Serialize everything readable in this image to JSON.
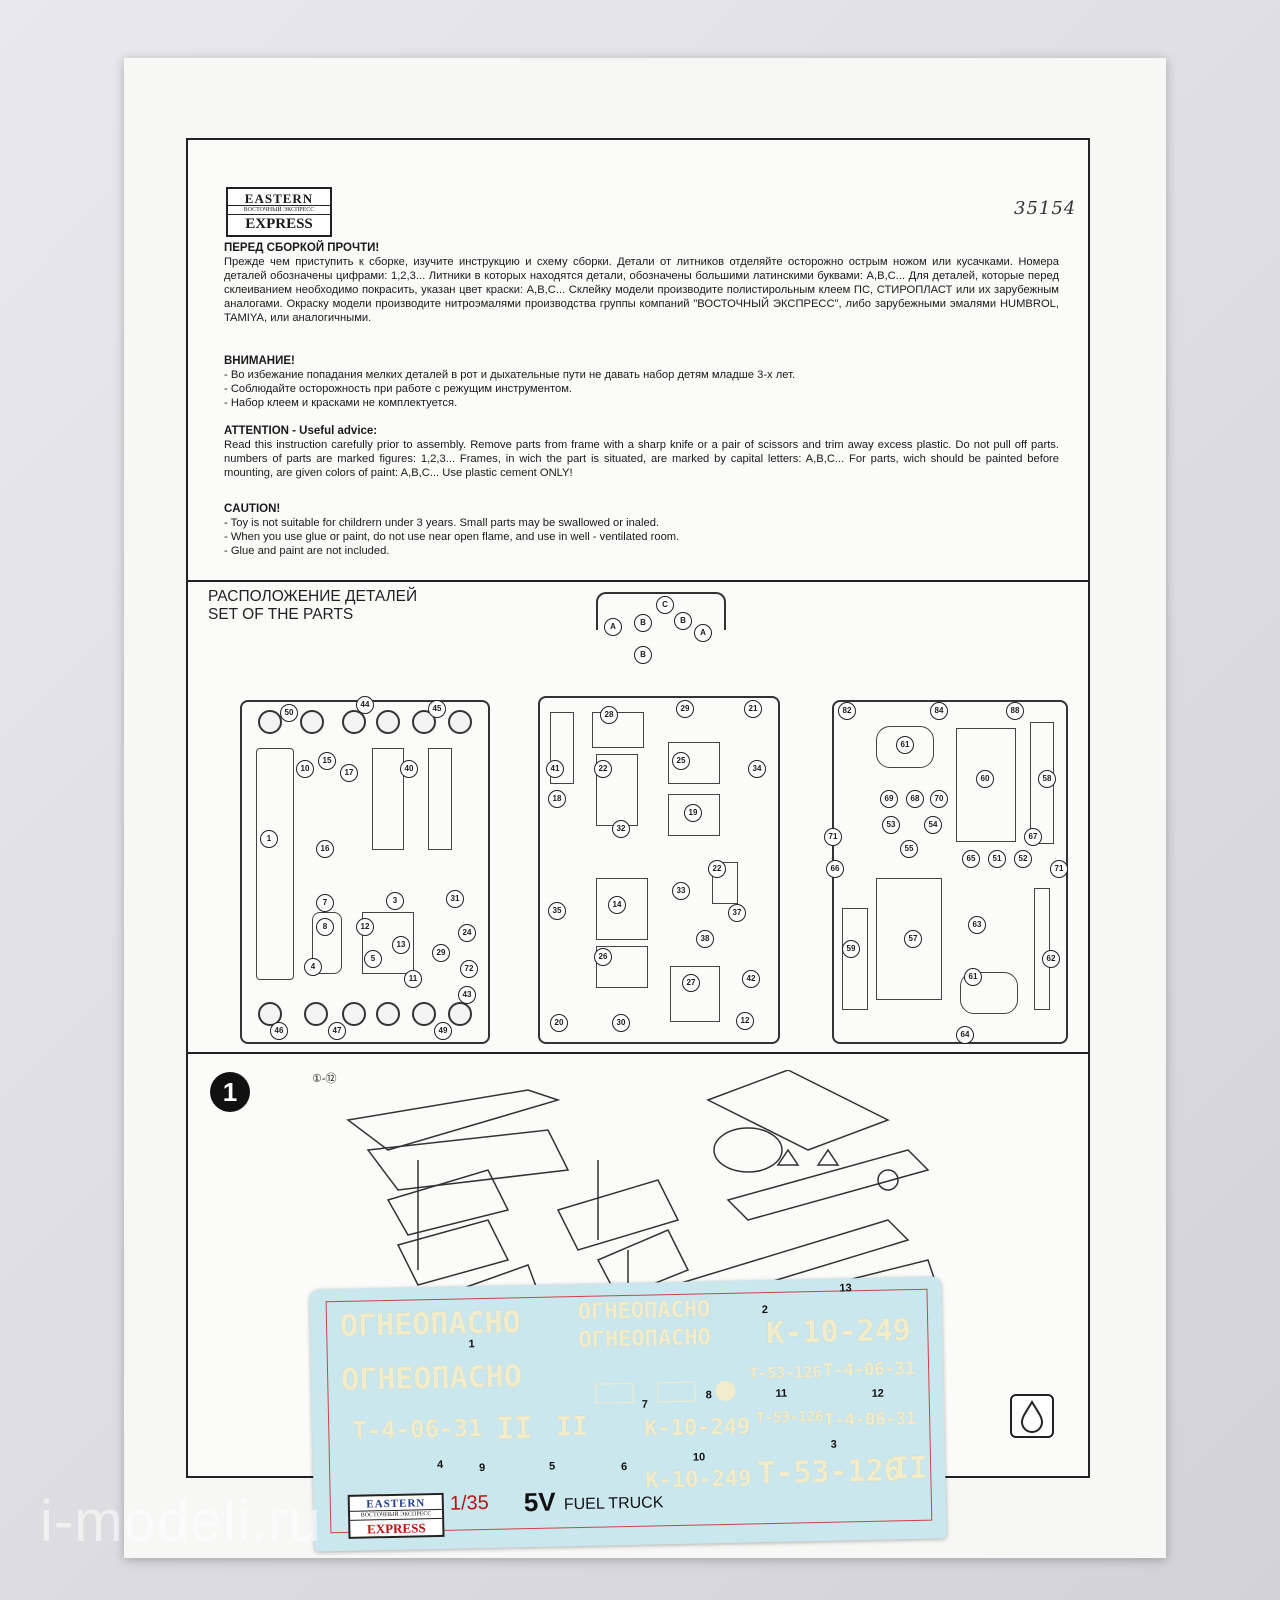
{
  "catalog_number": "35154",
  "logo": {
    "line1": "EASTERN",
    "line2": "ВОСТОЧНЫЙ ЭКСПРЕСС",
    "line3": "EXPRESS"
  },
  "ru_notice": {
    "heading": "ПЕРЕД СБОРКОЙ ПРОЧТИ!",
    "body": "Прежде чем приступить к сборке, изучите инструкцию и схему сборки. Детали от литников отделяйте осторожно острым ножом или кусачками. Номера деталей обозначены цифрами: 1,2,3... Литники в которых находятся детали, обозначены большими латинскими буквами: A,B,C... Для деталей, которые перед склеиванием необходимо покрасить, указан цвет краски: A,B,C... Склейку модели производите полистирольным клеем ПС, СТИРОПЛАСТ или их зарубежным аналогами. Окраску модели производите нитроэмалями производства группы компаний \"ВОСТОЧНЫЙ ЭКСПРЕСС\", либо зарубежными эмалями HUMBROL, TAMIYA, или аналогичными."
  },
  "ru_warning": {
    "heading": "ВНИМАНИЕ!",
    "items": [
      "- Во избежание попадания мелких деталей в рот и дыхательные пути не давать набор детям младше 3-х лет.",
      "- Соблюдайте осторожность при работе с режущим инструментом.",
      "- Набор клеем и красками не комплектуется."
    ]
  },
  "en_attention": {
    "heading": "ATTENTION - Useful advice:",
    "body": "Read this instruction carefully prior to assembly. Remove parts from frame with a sharp knife or a pair of scissors and trim away excess plastic. Do not pull off parts. numbers of parts are marked figures: 1,2,3... Frames, in wich the part is situated, are marked by capital letters: A,B,C... For parts, wich should be painted before mounting, are given colors of paint: A,B,C... Use plastic cement ONLY!"
  },
  "en_caution": {
    "heading": "CAUTION!",
    "items": [
      "- Toy is not suitable for childrern under 3 years. Small parts may be swallowed or inaled.",
      "- When you use glue or paint, do not use near open flame, and use in well - ventilated room.",
      "- Glue and paint are not included."
    ]
  },
  "parts_section": {
    "title_ru": "РАСПОЛОЖЕНИЕ ДЕТАЛЕЙ",
    "title_en": "SET OF THE PARTS"
  },
  "sprue_numbers": {
    "left": [
      "50",
      "44",
      "45",
      "10",
      "15",
      "17",
      "40",
      "1",
      "16",
      "7",
      "8",
      "3",
      "31",
      "24",
      "29",
      "12",
      "5",
      "13",
      "11",
      "72",
      "4",
      "43",
      "46",
      "47",
      "49"
    ],
    "middle": [
      "28",
      "29",
      "21",
      "41",
      "22",
      "25",
      "34",
      "18",
      "32",
      "19",
      "22",
      "35",
      "14",
      "33",
      "37",
      "26",
      "38",
      "27",
      "42",
      "20",
      "30",
      "12"
    ],
    "right": [
      "82",
      "84",
      "88",
      "61",
      "60",
      "58",
      "69",
      "68",
      "70",
      "53",
      "54",
      "55",
      "71",
      "67",
      "66",
      "65",
      "51",
      "52",
      "71",
      "59",
      "57",
      "63",
      "62",
      "61",
      "64"
    ]
  },
  "small_sprue_letters": [
    "C",
    "A",
    "B",
    "B",
    "A",
    "B"
  ],
  "step": {
    "number": "1",
    "callout": "①-⑫"
  },
  "decal": {
    "texts": [
      "ОГНЕОПАСНО",
      "ОГНЕОПАСНО",
      "ОГНЕОПАСНО",
      "ОГНЕОПАСНО",
      "К-10-249",
      "Т-53-126",
      "Т-4-06-31",
      "Т-4-06-31",
      "II",
      "II",
      "К-10-249",
      "Т-53-126",
      "Т-4-06-31",
      "К-10-249",
      "Т-53-126",
      "II"
    ],
    "numbers": [
      "13",
      "2",
      "1",
      "8",
      "7",
      "11",
      "12",
      "3",
      "4",
      "9",
      "5",
      "6",
      "10"
    ],
    "scale": "1/35",
    "model": "5V",
    "subtitle": "FUEL TRUCK"
  },
  "watermark": "i-modeli.ru"
}
